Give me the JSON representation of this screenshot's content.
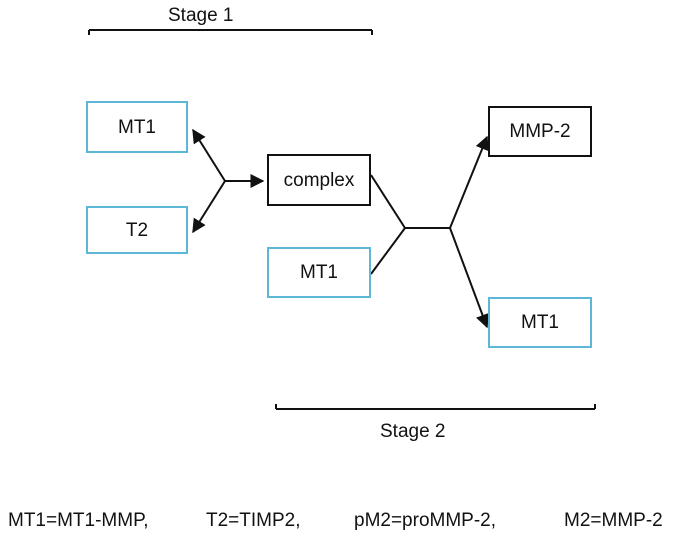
{
  "stages": {
    "stage1": "Stage 1",
    "stage2": "Stage 2"
  },
  "nodes": {
    "mt1_left": "MT1",
    "t2_left": "T2",
    "complex": "complex",
    "mt1_middle": "MT1",
    "mmp2": "MMP-2",
    "mt1_right": "MT1"
  },
  "legend": {
    "item1": "MT1=MT1-MMP,",
    "item2": "T2=TIMP2,",
    "item3": "pM2=proMMP-2,",
    "item4": "M2=MMP-2"
  },
  "colors": {
    "blue_border": "#5db7d6",
    "black_border": "#111111",
    "line": "#111111"
  }
}
